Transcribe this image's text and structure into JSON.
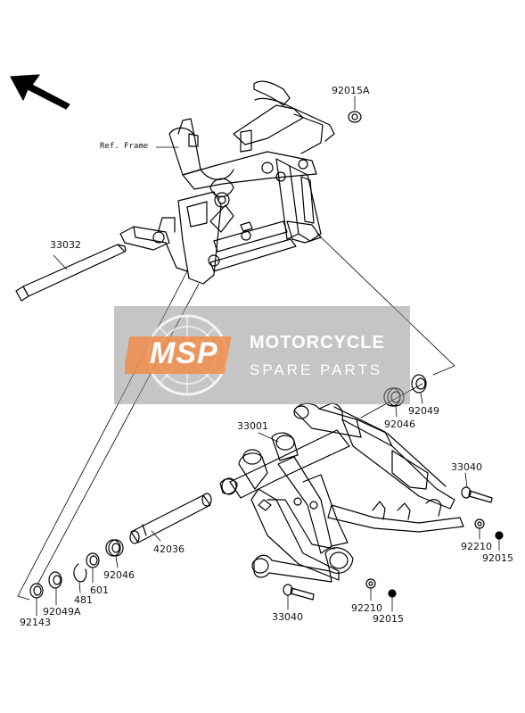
{
  "labels": {
    "p92015A": "92015A",
    "ref_frame": "Ref. Frame",
    "p33032": "33032",
    "p33001": "33001",
    "p92046_top": "92046",
    "p92049_top": "92049",
    "p33040_right": "33040",
    "p92210_right": "92210",
    "p92015_right": "92015",
    "p42036": "42036",
    "p92046_bottom": "92046",
    "p601": "601",
    "p481": "481",
    "p92049A": "92049A",
    "p92143": "92143",
    "p33040_bottom": "33040",
    "p92210_bottom": "92210",
    "p92015_bottom": "92015"
  },
  "watermark": {
    "logo_text": "MSP",
    "line1": "MOTORCYCLE",
    "line2": "SPARE PARTS"
  },
  "icons": [
    "direction-arrow-icon",
    "msp-logo-icon"
  ]
}
